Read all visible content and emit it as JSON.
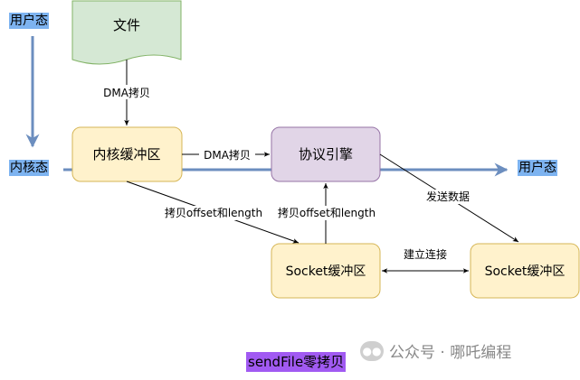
{
  "labels": {
    "user_mode_top": "用户态",
    "kernel_mode": "内核态",
    "user_mode_right": "用户态"
  },
  "nodes": {
    "file": "文件",
    "kernel_buffer": "内核缓冲区",
    "protocol_engine": "协议引擎",
    "socket_buffer_left": "Socket缓冲区",
    "socket_buffer_right": "Socket缓冲区"
  },
  "edges": {
    "dma_copy_1": "DMA拷贝",
    "dma_copy_2": "DMA拷贝",
    "copy_offset_length_1": "拷贝offset和length",
    "copy_offset_length_2": "拷贝offset和length",
    "send_data": "发送数据",
    "establish_connection": "建立连接"
  },
  "caption": "sendFile零拷贝",
  "watermark": {
    "text": "公众号 · 哪吒编程",
    "icon": "wechat-icon"
  },
  "colors": {
    "file_fill": "#d5e8d4",
    "file_stroke": "#82b366",
    "buffer_fill": "#fff2cc",
    "buffer_stroke": "#d6b656",
    "engine_fill": "#e1d5e7",
    "engine_stroke": "#9673a6",
    "mode_arrow": "#6c8ebf",
    "mode_highlight": "#7db3f0",
    "caption_highlight": "#a15af2"
  }
}
